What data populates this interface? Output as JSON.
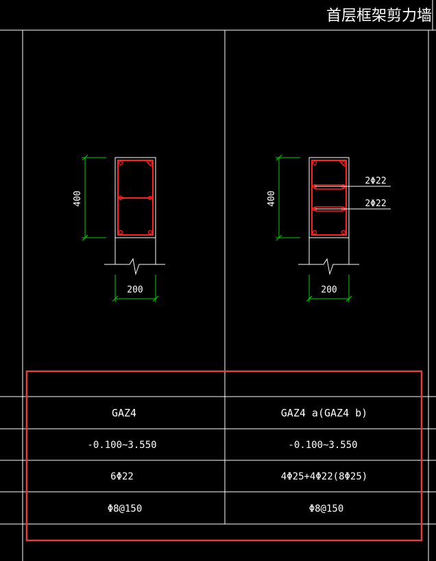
{
  "title": "首层框架剪力墙",
  "colors": {
    "background": "#000000",
    "line": "#ffffff",
    "rebar": "#ff2020",
    "dimension": "#00d000",
    "highlight": "#e04040"
  },
  "sections": [
    {
      "dim_height": "400",
      "dim_width": "200",
      "rebar_labels": []
    },
    {
      "dim_height": "400",
      "dim_width": "200",
      "rebar_labels": [
        "2Φ22",
        "2Φ22"
      ]
    }
  ],
  "table": {
    "rows": [
      [
        "GAZ4",
        "GAZ4 a(GAZ4 b)"
      ],
      [
        "-0.100~3.550",
        "-0.100~3.550"
      ],
      [
        "6Φ22",
        "4Φ25+4Φ22(8Φ25)"
      ],
      [
        "Φ8@150",
        "Φ8@150"
      ]
    ]
  }
}
